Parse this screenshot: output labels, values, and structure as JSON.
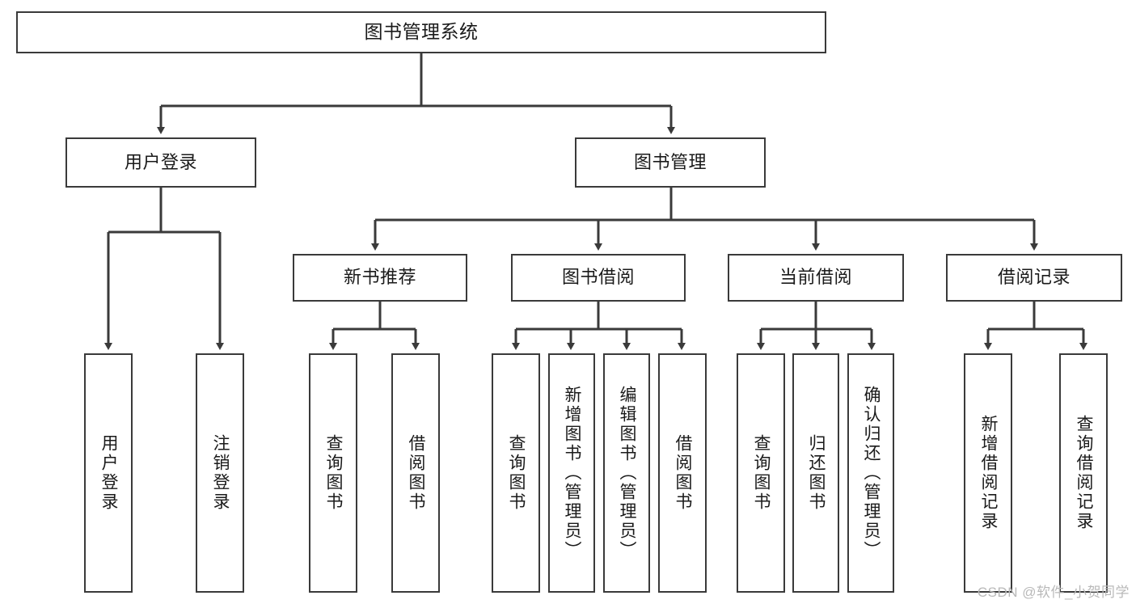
{
  "diagram": {
    "title": "图书管理系统",
    "type": "tree",
    "root": {
      "id": "root",
      "label": "图书管理系统"
    },
    "level2": [
      {
        "id": "user-login",
        "label": "用户登录"
      },
      {
        "id": "book-management",
        "label": "图书管理"
      }
    ],
    "level3": [
      {
        "id": "new-book-recommend",
        "label": "新书推荐",
        "parent": "book-management"
      },
      {
        "id": "book-borrow",
        "label": "图书借阅",
        "parent": "book-management"
      },
      {
        "id": "current-borrow",
        "label": "当前借阅",
        "parent": "book-management"
      },
      {
        "id": "borrow-record",
        "label": "借阅记录",
        "parent": "book-management"
      }
    ],
    "leaves": [
      {
        "id": "leaf-user-login",
        "label": "用户登录",
        "parent": "user-login"
      },
      {
        "id": "leaf-logout-login",
        "label": "注销登录",
        "parent": "user-login"
      },
      {
        "id": "leaf-query-book-1",
        "label": "查询图书",
        "parent": "new-book-recommend"
      },
      {
        "id": "leaf-borrow-book-1",
        "label": "借阅图书",
        "parent": "new-book-recommend"
      },
      {
        "id": "leaf-query-book-2",
        "label": "查询图书",
        "parent": "book-borrow"
      },
      {
        "id": "leaf-add-book",
        "label": "新增图书（管理员）",
        "parent": "book-borrow"
      },
      {
        "id": "leaf-edit-book",
        "label": "编辑图书（管理员）",
        "parent": "book-borrow"
      },
      {
        "id": "leaf-borrow-book-2",
        "label": "借阅图书",
        "parent": "book-borrow"
      },
      {
        "id": "leaf-query-book-3",
        "label": "查询图书",
        "parent": "current-borrow"
      },
      {
        "id": "leaf-return-book",
        "label": "归还图书",
        "parent": "current-borrow"
      },
      {
        "id": "leaf-confirm-return",
        "label": "确认归还（管理员）",
        "parent": "current-borrow"
      },
      {
        "id": "leaf-add-record",
        "label": "新增借阅记录",
        "parent": "borrow-record"
      },
      {
        "id": "leaf-query-record",
        "label": "查询借阅记录",
        "parent": "borrow-record"
      }
    ]
  },
  "watermark": {
    "text": "CSDN @软件_小贺同学"
  },
  "colors": {
    "stroke": "#3a3a3a",
    "background": "#ffffff",
    "text": "#1a1a1a",
    "watermark": "#b9b9b9"
  }
}
